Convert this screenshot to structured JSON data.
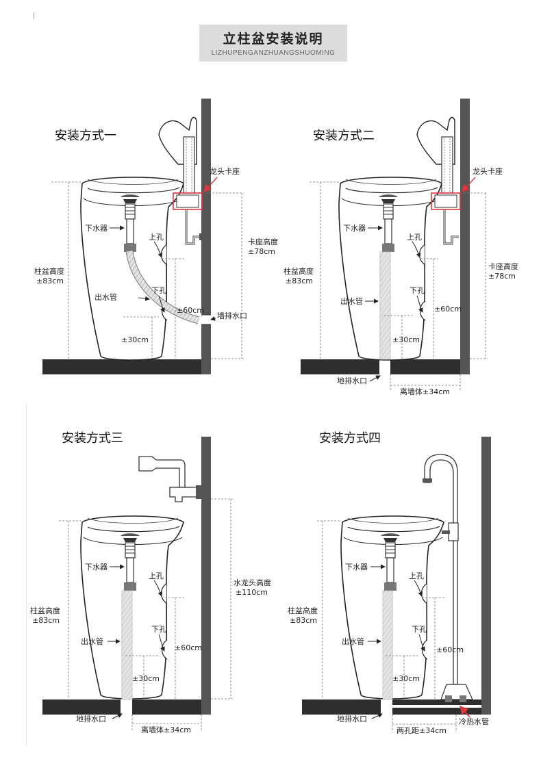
{
  "header": {
    "title": "立柱盆安装说明",
    "subtitle": "LIZHUPENGANZHUANGSHUOMING"
  },
  "method1": {
    "title": "安装方式一",
    "faucet_seat": "龙头卡座",
    "drain_valve": "下水器",
    "upper_hole": "上孔",
    "lower_hole": "下孔",
    "outlet_pipe": "出水管",
    "basin_height_label": "柱盆高度",
    "basin_height_value": "±83cm",
    "seat_height_label": "卡座高度",
    "seat_height_value": "±78cm",
    "dim_60": "±60cm",
    "dim_30": "±30cm",
    "wall_drain": "墙排水口"
  },
  "method2": {
    "title": "安装方式二",
    "faucet_seat": "龙头卡座",
    "drain_valve": "下水器",
    "upper_hole": "上孔",
    "lower_hole": "下孔",
    "outlet_pipe": "出水管",
    "basin_height_label": "柱盆高度",
    "basin_height_value": "±83cm",
    "seat_height_label": "卡座高度",
    "seat_height_value": "±78cm",
    "dim_60": "±60cm",
    "dim_30": "±30cm",
    "floor_drain": "地排水口",
    "wall_distance": "离墙体±34cm"
  },
  "method3": {
    "title": "安装方式三",
    "drain_valve": "下水器",
    "upper_hole": "上孔",
    "lower_hole": "下孔",
    "outlet_pipe": "出水管",
    "basin_height_label": "柱盆高度",
    "basin_height_value": "±83cm",
    "faucet_height_label": "水龙头高度",
    "faucet_height_value": "±110cm",
    "dim_60": "±60cm",
    "dim_30": "±30cm",
    "floor_drain": "地排水口",
    "wall_distance": "离墙体±34cm"
  },
  "method4": {
    "title": "安装方式四",
    "drain_valve": "下水器",
    "upper_hole": "上孔",
    "lower_hole": "下孔",
    "outlet_pipe": "出水管",
    "basin_height_label": "柱盆高度",
    "basin_height_value": "±83cm",
    "dim_60": "±60cm",
    "dim_30": "±30cm",
    "floor_drain": "地排水口",
    "hole_distance": "两孔距±34cm",
    "hot_cold_pipe": "冷热水管"
  },
  "colors": {
    "wall": "#555555",
    "floor": "#2e2e2e",
    "seat_outline": "#e0353a",
    "arrow_red": "#e0353a",
    "hose": "#999999",
    "fitting": "#777777",
    "header_bg": "#dcdcdc"
  }
}
